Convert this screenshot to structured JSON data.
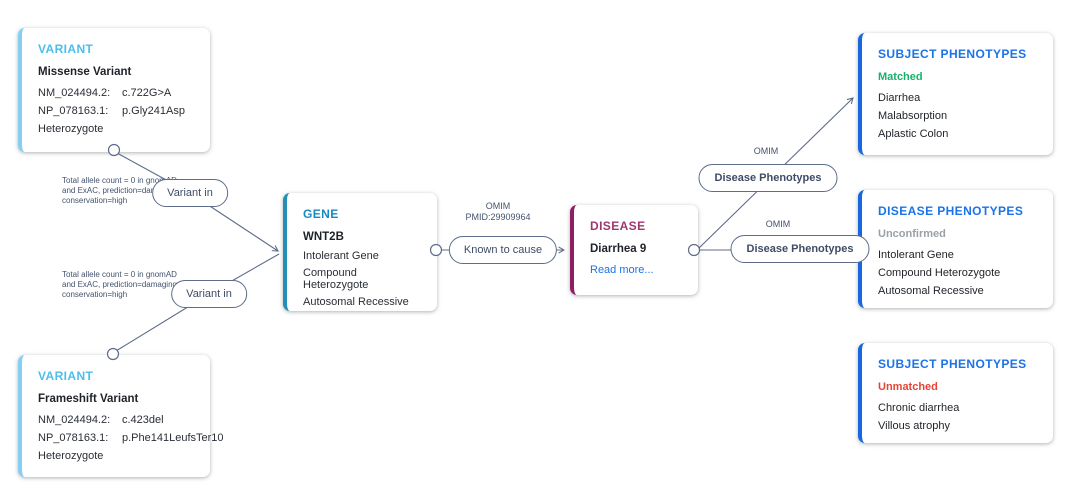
{
  "colors": {
    "variant_accent": "#86cff2",
    "variant_title": "#4dbdeb",
    "gene_accent": "#2490b5",
    "gene_title": "#1789c4",
    "disease_accent": "#8f1f62",
    "disease_title": "#a03571",
    "phenotype_accent": "#1967e0",
    "phenotype_title": "#1a73e8",
    "matched_green": "#17b26a",
    "unconfirmed_gray": "#9aa0a6",
    "unmatched_red": "#e94235",
    "link_blue": "#1a73e8",
    "edge_slate": "#5d6c88"
  },
  "nodes": {
    "variant_top": {
      "title": "VARIANT",
      "type_label": "Missense Variant",
      "rows": [
        {
          "label": "NM_024494.2:",
          "value": "c.722G>A"
        },
        {
          "label": "NP_078163.1:",
          "value": "p.Gly241Asp"
        }
      ],
      "zygosity": "Heterozygote"
    },
    "variant_bottom": {
      "title": "VARIANT",
      "type_label": "Frameshift Variant",
      "rows": [
        {
          "label": "NM_024494.2:",
          "value": "c.423del"
        },
        {
          "label": "NP_078163.1:",
          "value": "p.Phe141LeufsTer10"
        }
      ],
      "zygosity": "Heterozygote"
    },
    "gene": {
      "title": "GENE",
      "name": "WNT2B",
      "attributes": [
        "Intolerant Gene",
        "Compound Heterozygote",
        "Autosomal Recessive"
      ]
    },
    "disease": {
      "title": "DISEASE",
      "name": "Diarrhea 9",
      "link_label": "Read more..."
    },
    "subject_phenotypes_matched": {
      "title": "SUBJECT PHENOTYPES",
      "status": "Matched",
      "items": [
        "Diarrhea",
        "Malabsorption",
        "Aplastic Colon"
      ]
    },
    "disease_phenotypes": {
      "title": "DISEASE PHENOTYPES",
      "status": "Unconfirmed",
      "items": [
        "Intolerant Gene",
        "Compound Heterozygote",
        "Autosomal Recessive"
      ]
    },
    "subject_phenotypes_unmatched": {
      "title": "SUBJECT PHENOTYPES",
      "status": "Unmatched",
      "items": [
        "Chronic diarrhea",
        "Villous atrophy"
      ]
    }
  },
  "edges": {
    "variant_in_top": "Variant in",
    "variant_in_bottom": "Variant in",
    "known_to_cause": "Known to cause",
    "known_to_cause_source": "OMIM",
    "known_to_cause_pmid": "PMID:29909964",
    "annotation_top": "Total allele count = 0 in gnomAD and ExAC, prediction=damaging, conservation=high",
    "annotation_bottom": "Total allele count = 0 in gnomAD and ExAC, prediction=damaging, conservation=high",
    "disease_phenotypes_top": "Disease Phenotypes",
    "disease_phenotypes_top_source": "OMIM",
    "disease_phenotypes_right": "Disease Phenotypes",
    "disease_phenotypes_right_source": "OMIM"
  }
}
